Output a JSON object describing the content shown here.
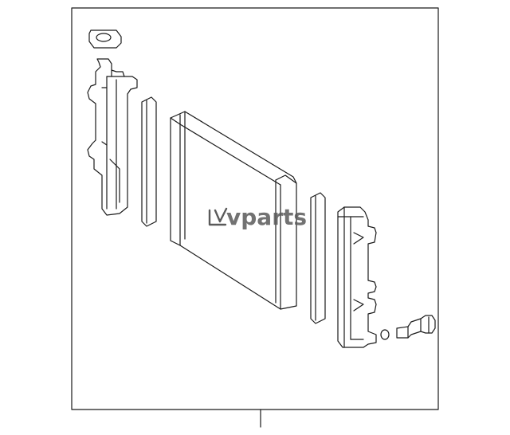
{
  "diagram": {
    "watermark": {
      "text": "vparts",
      "logo_mark": "lv-logo"
    },
    "colors": {
      "line": "#1a1a1a",
      "watermark": "#5a5a5a",
      "background": "#ffffff"
    },
    "parts": [
      {
        "name": "thermostat-gasket"
      },
      {
        "name": "left-tank"
      },
      {
        "name": "left-tank-seal"
      },
      {
        "name": "radiator-core"
      },
      {
        "name": "right-tank-seal"
      },
      {
        "name": "right-tank"
      },
      {
        "name": "drain-o-ring"
      },
      {
        "name": "drain-plug"
      }
    ]
  }
}
